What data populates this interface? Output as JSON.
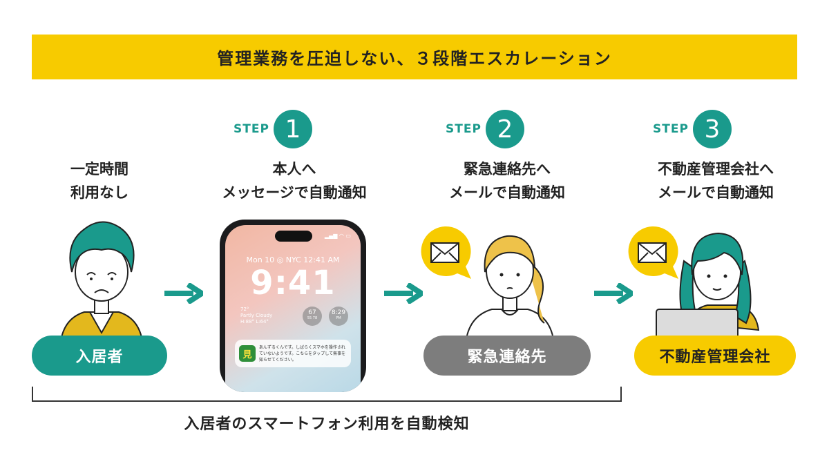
{
  "title": "管理業務を圧迫しない、３段階エスカレーション",
  "step_word": "STEP",
  "stages": [
    {
      "desc": [
        "一定時間",
        "利用なし"
      ],
      "pill": "入居者"
    },
    {
      "step_num": "1",
      "desc": [
        "本人へ",
        "メッセージで自動通知"
      ]
    },
    {
      "step_num": "2",
      "desc": [
        "緊急連絡先へ",
        "メールで自動通知"
      ],
      "pill": "緊急連絡先"
    },
    {
      "step_num": "3",
      "desc": [
        "不動産管理会社へ",
        "メールで自動通知"
      ],
      "pill": "不動産管理会社"
    }
  ],
  "phone": {
    "date": "Mon 10 ◎ NYC 12:41 AM",
    "time": "9:41",
    "weather_temp": "72°",
    "weather_desc": "Partly Cloudy",
    "weather_hilo": "H:88° L:64°",
    "widget1_main": "67",
    "widget1_sub": "55  78",
    "widget2_main": "8:29",
    "widget2_sub": "PM",
    "notification_icon": "見",
    "notification": "あんずるくんです。しばらくスマホを操作されていないようです。こちらをタップして無事を知らせてください。"
  },
  "icons": [
    "envelope-icon",
    "arrow-right-icon"
  ],
  "colors": {
    "teal": "#1a9a8c",
    "yellow": "#f7cb00",
    "gray": "#7d7d7d"
  },
  "bottom_caption": "入居者のスマートフォン利用を自動検知"
}
